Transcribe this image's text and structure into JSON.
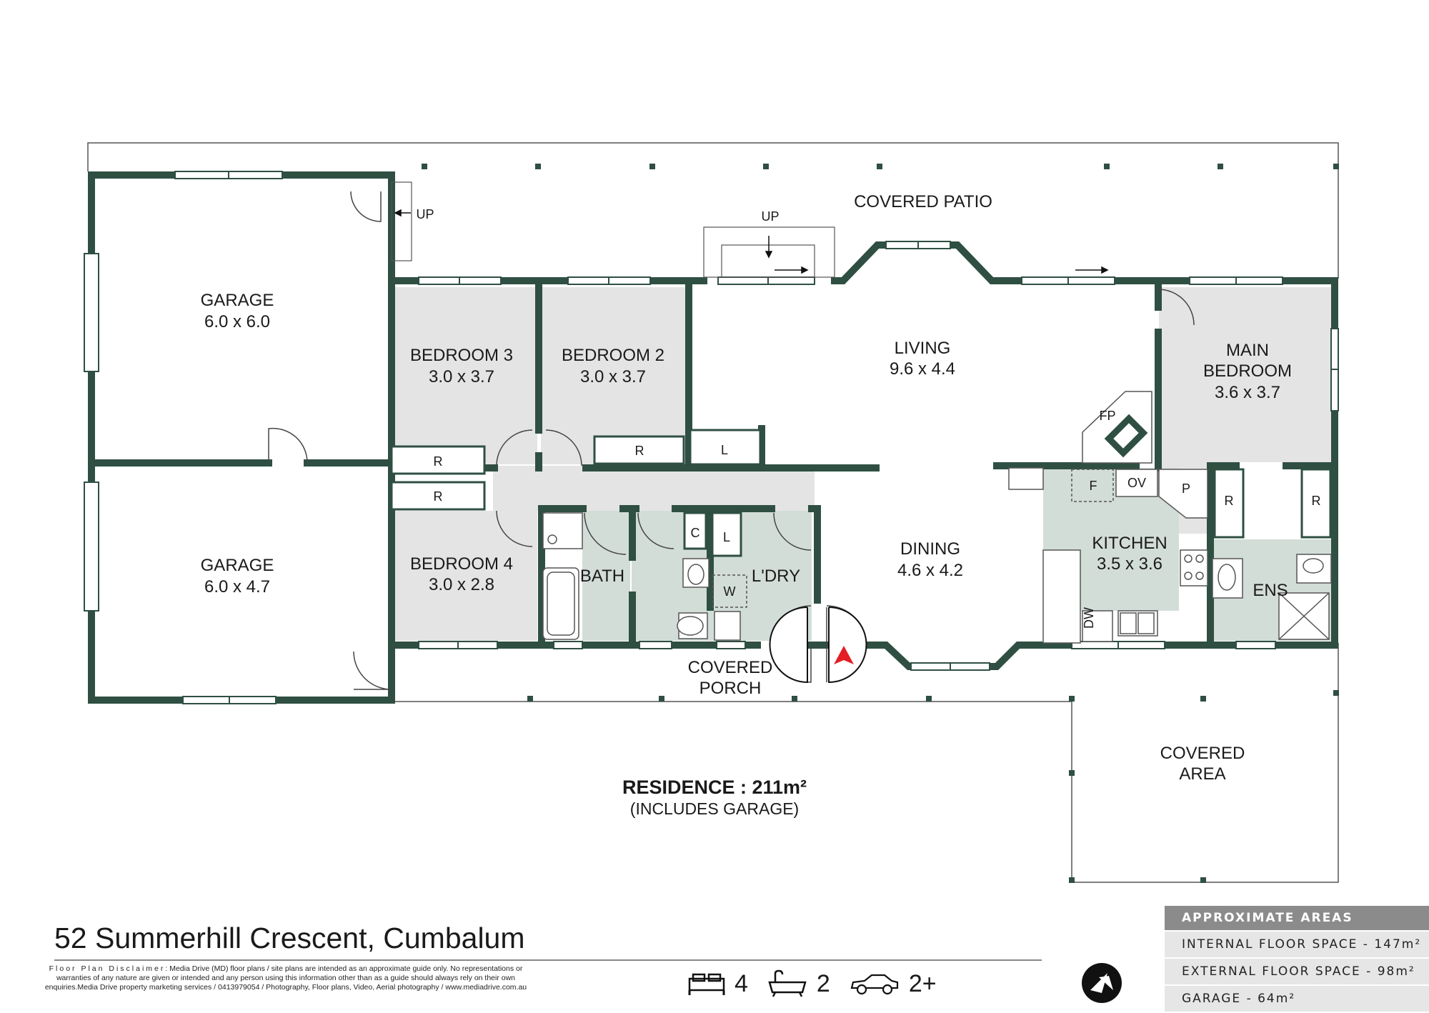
{
  "rooms": {
    "garage_1": {
      "name": "GARAGE",
      "size": "6.0 x 6.0"
    },
    "garage_2": {
      "name": "GARAGE",
      "size": "6.0 x 4.7"
    },
    "bedroom_3": {
      "name": "BEDROOM 3",
      "size": "3.0 x 3.7"
    },
    "bedroom_2": {
      "name": "BEDROOM 2",
      "size": "3.0 x 3.7"
    },
    "bedroom_4": {
      "name": "BEDROOM 4",
      "size": "3.0 x 2.8"
    },
    "living": {
      "name": "LIVING",
      "size": "9.6 x 4.4"
    },
    "dining": {
      "name": "DINING",
      "size": "4.6 x 4.2"
    },
    "main_bedroom": {
      "name_1": "MAIN",
      "name_2": "BEDROOM",
      "size": "3.6 x 3.7"
    },
    "kitchen": {
      "name": "KITCHEN",
      "size": "3.5 x 3.6"
    },
    "bath": {
      "name": "BATH"
    },
    "laundry": {
      "name": "L'DRY"
    },
    "ensuite": {
      "name": "ENS"
    }
  },
  "outdoor": {
    "covered_patio": "COVERED PATIO",
    "covered_porch_1": "COVERED",
    "covered_porch_2": "PORCH",
    "covered_area_1": "COVERED",
    "covered_area_2": "AREA",
    "up_1": "UP",
    "up_2": "UP"
  },
  "fixtures": {
    "robe": "R",
    "linen": "L",
    "cupboard": "C",
    "washer": "W",
    "fireplace": "FP",
    "fridge": "F",
    "oven": "OV",
    "pantry": "P",
    "dishwasher": "DW"
  },
  "residence": {
    "label": "RESIDENCE : 211m²",
    "note": "(INCLUDES GARAGE)"
  },
  "footer": {
    "address": "52 Summerhill Crescent, Cumbalum",
    "disclaimer_heading": "Floor Plan Disclaimer",
    "disclaimer_text": ": Media Drive (MD) floor plans / site plans are intended as an approximate guide only. No representations or warranties of any nature are given or intended and any person using this information other than as a guide should always rely on their own enquiries.Media Drive property marketing services / 0413979054 / Photography, Floor plans,  Video, Aerial photography / www.mediadrive.com.au"
  },
  "features": {
    "beds": "4",
    "baths": "2",
    "cars": "2+"
  },
  "areas": {
    "heading": "APPROXIMATE AREAS",
    "internal": "INTERNAL FLOOR SPACE - 147m²",
    "external": "EXTERNAL FLOOR SPACE -  98m²",
    "garage": "GARAGE -   64m²"
  },
  "colors": {
    "wall": "#2f4f43",
    "room_grey": "#e4e4e4",
    "wet_green": "#d3ddd8",
    "outline": "#555555"
  },
  "icons": [
    "bed-icon",
    "bath-icon",
    "car-icon",
    "north-arrow-icon",
    "entry-arrow-icon"
  ]
}
